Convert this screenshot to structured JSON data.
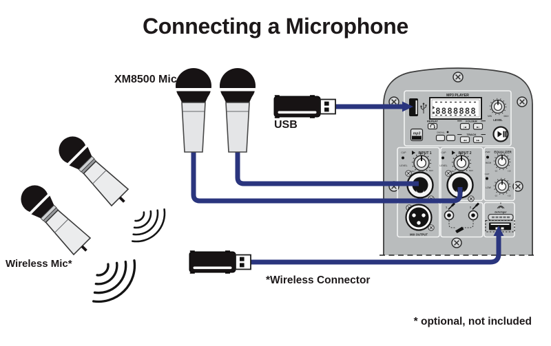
{
  "title": "Connecting a Microphone",
  "footnote": "* optional, not included",
  "labels": {
    "xm8500_mic": "XM8500 Mic",
    "usb": "USB",
    "wireless_mic": "Wireless Mic*",
    "wireless_connector": "*Wireless Connector"
  },
  "panel": {
    "mp3": {
      "title": "MP3 PLAYER",
      "display_digits": "8888888",
      "level": "LEVEL",
      "min": "MIN",
      "max": "MAX",
      "repeat": "REPEAT",
      "one_all": "ONE/ALL",
      "folder": "FOLDER",
      "track": "TRACK",
      "folder_prev": "|◀",
      "folder_next": "▶|",
      "track_prev": "◀◀",
      "track_next": "▶▶",
      "badge_top": "mp3",
      "badge_bottom": "PLAYBACK"
    },
    "input1": {
      "clip": "CLIP",
      "name": "INPUT 1",
      "level": "LEVEL",
      "min": "MIN",
      "max": "MAX"
    },
    "input2": {
      "clip": "CLIP",
      "name": "INPUT 2",
      "level": "LEVEL",
      "min": "MIN",
      "max": "MAX"
    },
    "equalizer": {
      "pwr": "PWR",
      "name": "EQUALIZER",
      "high": "HIGH",
      "clip": "CLIP",
      "low": "LOW",
      "scale_min": "-15",
      "scale_max": "+15"
    },
    "mix_output": "MIX OUTPUT",
    "jack1": "1",
    "jack2": "2",
    "brand": "behringer"
  },
  "colors": {
    "cable": "#2a357e",
    "panel": "#b9bcbd",
    "ink": "#231f20"
  }
}
